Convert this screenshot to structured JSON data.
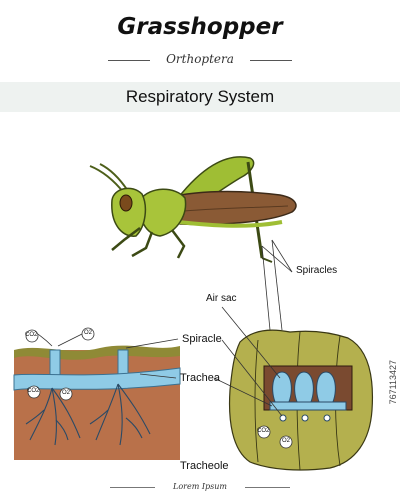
{
  "header": {
    "title": "Grasshopper",
    "subtitle": "Orthoptera",
    "section": "Respiratory System"
  },
  "labels": {
    "spiracles": "Spiracles",
    "air_sac": "Air sac",
    "spiracle": "Spiracle",
    "trachea": "Trachea",
    "tracheole": "Tracheole",
    "co2": "CO2",
    "o2": "O2"
  },
  "footer": {
    "text": "Lorem Ipsum",
    "side_id": "767113427"
  },
  "colors": {
    "body_green": "#a8c43a",
    "body_dark": "#6f8c24",
    "wing_brown": "#8a5a35",
    "soil": "#b9714a",
    "soil_top": "#8f8a36",
    "trachea_blue": "#8fcbe6",
    "segment_olive": "#b4b04e"
  }
}
